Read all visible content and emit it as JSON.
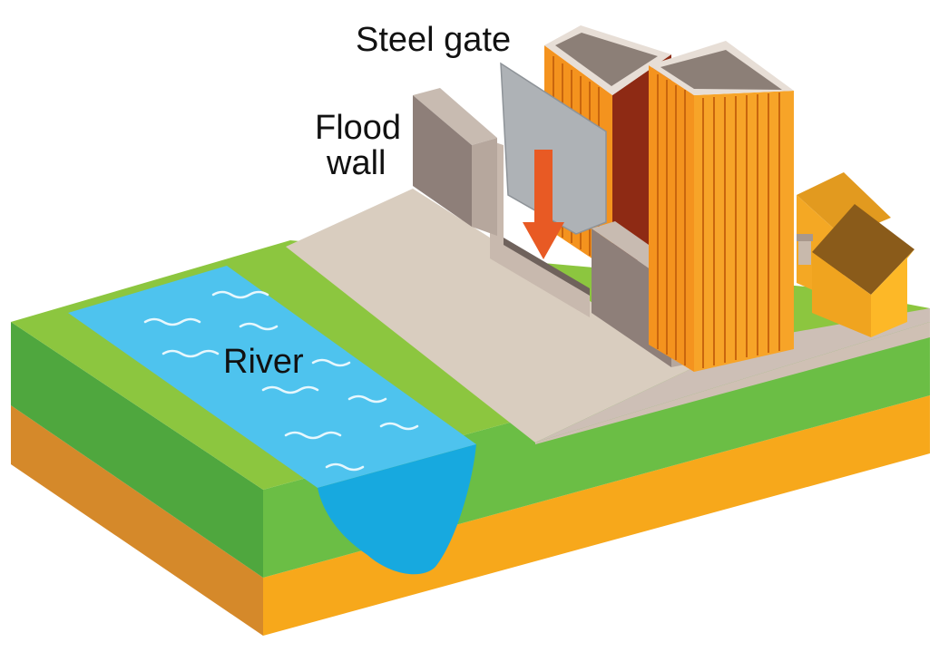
{
  "labels": {
    "steel_gate": "Steel gate",
    "flood_wall_line1": "Flood",
    "flood_wall_line2": "wall",
    "river": "River"
  },
  "colors": {
    "water": "#4EC3EE",
    "water_deep": "#17A9DF",
    "grass_top": "#8CC63F",
    "grass_side": "#5BB146",
    "soil": "#F7A81B",
    "soil_dark": "#D5892A",
    "levee": "#D9CDBF",
    "wall": "#8E7F79",
    "gate": "#AEB2B6",
    "arrow": "#E85A24",
    "building": "#F4931E"
  }
}
